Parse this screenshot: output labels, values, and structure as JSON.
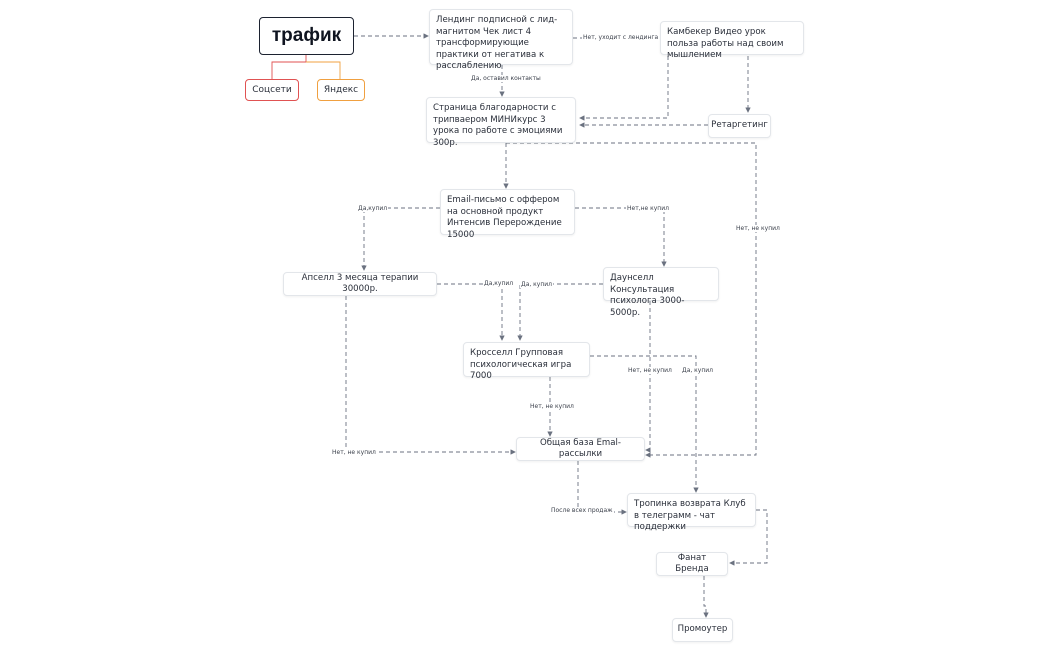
{
  "root": {
    "label": "трафик"
  },
  "sources": [
    {
      "label": "Соцсети",
      "color": "#e05252"
    },
    {
      "label": "Яндекс",
      "color": "#f0a040"
    }
  ],
  "nodes": {
    "landing": "Лендинг подписной с лид-магнитом Чек лист 4 трансформирующие практики от негатива к расслаблению",
    "comeback": "Камбекер  Видео урок польза работы над своим мышлением",
    "thanks": "Страница благодарности с трипваером МИНИкурс 3 урока по работе с эмоциями 300р.",
    "retargeting": "Ретаргетинг",
    "email_offer": "Email-письмо с оффером на основной продукт Интенсив Перерождение 15000",
    "upsell": "Апселл 3 месяца терапии 30000р.",
    "downsell": "Даунселл Консультация психолога 3000-5000р.",
    "crossell": "Кросселл Групповая психологическая игра 7000",
    "email_base": "Общая база Emal-рассылки",
    "path_return": "Тропинка возврата Клуб в телеграмм - чат поддержки",
    "fan": "Фанат Бренда",
    "promoter": "Промоутер"
  },
  "edge_labels": {
    "no_leaves_landing": "Нет, уходит с лендинга",
    "yes_contacts": "Да, оставил контакты",
    "yes_bought_upsell": "Да,купил",
    "no_bought_downsell": "Нет,не купил",
    "no_bought_right": "Нет, не купил",
    "yes_bought_mid1": "Да,купил",
    "yes_bought_mid2": "Да, купил",
    "no_bought_downsell_base": "Нет, не купил",
    "yes_bought_crossell_path": "Да, купил",
    "no_bought_crossell_base": "Нет, не купил",
    "no_bought_upsell_base": "Нет, не купил",
    "after_all_sales": "После всех продаж"
  },
  "colors": {
    "edge": "#6b7280",
    "root_border": "#1c2230"
  }
}
